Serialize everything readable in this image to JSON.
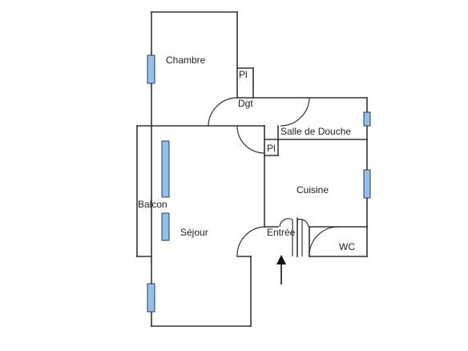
{
  "rooms": {
    "chambre": "Chambre",
    "placard_1": "Pl",
    "degagement": "Dgt",
    "salle_de_douche": "Salle de Douche",
    "placard_2": "Pl",
    "cuisine": "Cuisine",
    "balcon": "Balcon",
    "sejour": "Séjour",
    "entree": "Entrée",
    "wc": "WC"
  },
  "colors": {
    "wall": "#333333",
    "window_fill": "#8ec1f0",
    "background": "#ffffff"
  },
  "icons": {
    "entrance_arrow": "arrow-up-icon"
  }
}
